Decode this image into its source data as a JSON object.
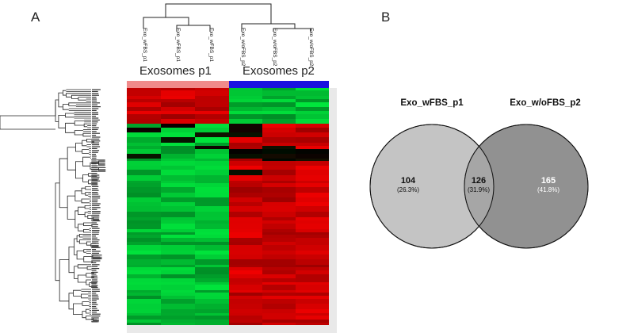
{
  "panels": {
    "a": "A",
    "b": "B"
  },
  "heatmap": {
    "groups": [
      {
        "label": "Exosomes p1",
        "color": "#f08a8a"
      },
      {
        "label": "Exosomes p2",
        "color": "#1a10e0"
      }
    ],
    "samples": [
      "Exo_wFBS_p1",
      "Exo_wFBS_p1",
      "Exo_wFBS_p1",
      "Exo_w/oFBS_p2",
      "Exo_w/oFBS_p2",
      "Exo_w/oFBS_p2"
    ],
    "colors": {
      "high": "#d40000",
      "low": "#18c040",
      "mid": "#000000"
    }
  },
  "venn": {
    "sets": [
      {
        "label": "Exo_wFBS_p1",
        "color": "#c4c4c4"
      },
      {
        "label": "Exo_w/oFBS_p2",
        "color": "#8c8c8c"
      }
    ],
    "regions": [
      {
        "count": "104",
        "pct": "(26.3%)",
        "text_color": "#111111"
      },
      {
        "count": "126",
        "pct": "(31.9%)",
        "text_color": "#111111"
      },
      {
        "count": "165",
        "pct": "(41.8%)",
        "text_color": "#ffffff"
      }
    ]
  }
}
